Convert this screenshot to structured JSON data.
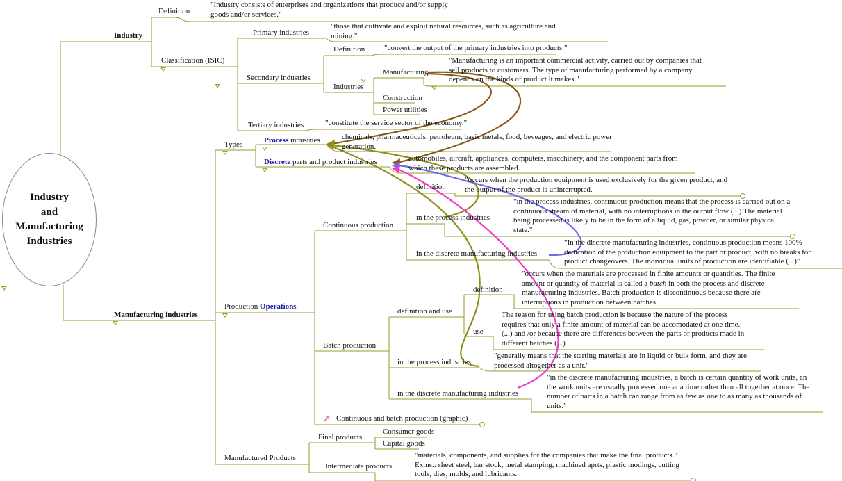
{
  "central": {
    "title_lines": [
      "Industry",
      "and",
      "Manufacturing",
      "Industries"
    ]
  },
  "industry": {
    "label": "Industry",
    "definition": {
      "label": "Definition",
      "text": "\"Industry consists of enterprises and organizations that produce and/or supply goods and/or services.\""
    },
    "classification": {
      "label": "Classification (ISIC)",
      "primary": {
        "label": "Primary industries",
        "text": "\"those that cultivate and exploit natural resources, such as agriculture and mining.\""
      },
      "secondary": {
        "label": "Secondary industries",
        "definition": {
          "label": "Definition",
          "text": "\"convert the output of the primary industries into products.\""
        },
        "industries": {
          "label": "Industries",
          "manufacturing": {
            "label": "Manufacturing",
            "text": "\"Manufacturing is an important commercial activity, carried out by companies that sell products to customers. The type of manufacturing performed by a company depends on the kinds of product it makes.\""
          },
          "construction": "Construction",
          "power": "Power utilities"
        }
      },
      "tertiary": {
        "label": "Tertiary industries",
        "text": "\"constitute the service sector of the economy.\""
      }
    }
  },
  "manufacturing": {
    "label": "Manufacturing industries",
    "types": {
      "label": "Types",
      "process": {
        "highlight": "Process",
        "rest": " industries",
        "text": "chemicals, pharmaceuticals, petroleum, basic metals, food, beveages, and electric power generation."
      },
      "discrete": {
        "highlight": "Discrete",
        "rest": " parts and product industries",
        "text": "automobiles, aircraft, appliances, computers, macchinery, and the component parts from which these products are assembled."
      }
    },
    "operations": {
      "label_prefix": "Production ",
      "label_highlight": "Operations",
      "continuous": {
        "label": "Continuous production",
        "definition": {
          "label": "definition",
          "text": "\"occurs when the production equipment is used exclusively for the given product, and the output of the product is uninterrupted."
        },
        "process": {
          "label": "in the process industries",
          "text": "\"in the process industries, continuous production means that the process is carried out on a continuous stream of material, with no interruptions in the output flow (...) The material being processed  is likely to  be in the form of a liquid, gas, powder, or similar physical state.\""
        },
        "discrete": {
          "label": "in the discrete manufacturing industries",
          "text": "\"In the discrete manufacturing industries, continuous production means 100% dedication of the production equipment to the part or product, with no breaks for product changeovers. The individual units of production are identifiable (...)\""
        }
      },
      "batch": {
        "label": "Batch production",
        "def_use": {
          "label": "definition and use",
          "definition": {
            "label": "definition",
            "text_a": "\"occurs when the materials are processed in finite amounts or quantities. The finite amount or quantity of material is called a ",
            "text_em": "batch",
            "text_b": " in both the process and discrete manufacturing industries. Batch production is discontinuous because there are interruptions in production between batches."
          },
          "use": {
            "label": "use",
            "text": "The reason for using batch production is because the nature of the process requires that only a finite amount of material can be accomodated at one time.  (...)  and /or because  there are differences between the parts or products made in different batches (...)"
          }
        },
        "process": {
          "label": "in the process industries",
          "text": "\"generally means that the starting materials are in liquid or bulk form, and they are processed altogether as a unit.\""
        },
        "discrete": {
          "label": "in the discrete manufacturing industries",
          "text": "\"in the discrete manufacturing industries, a batch is certain quantity of work units, an the work units are usually processed one at a time rather than all together at once. The number of parts in a batch can range from as few as one to as many as thousands of units.\""
        }
      },
      "graphic_link": "Continuous and batch production (graphic)"
    },
    "products": {
      "label": "Manufactured Products",
      "final": {
        "label": "Final products",
        "consumer": "Consumer goods",
        "capital": "Capital goods"
      },
      "intermediate": {
        "label": "Intermediate products",
        "text": "\"materials, components, and supplies for the companies that make the final products.\" Exms.: sheet steel, bar stock, metal stamping, machined aprts, plastic modings, cutting tools, dies, molds, and lubricants."
      }
    }
  },
  "colors": {
    "branch": "#9a9a2c",
    "brown": "#8b5a1a",
    "olive": "#8f8f1a",
    "blue": "#6b6bf0",
    "pink": "#f03cc8"
  }
}
